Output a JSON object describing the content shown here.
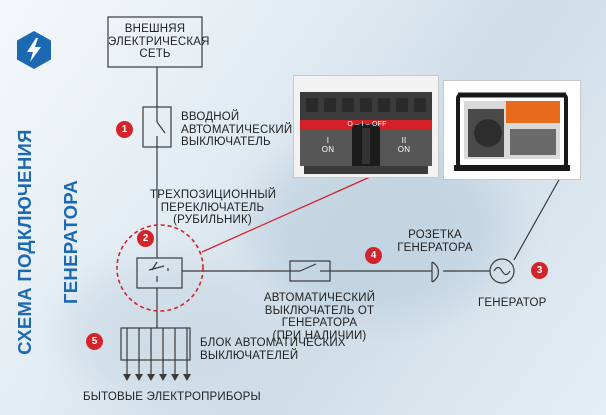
{
  "title": "СХЕМА ПОДКЛЮЧЕНИЯ ГЕНЕРАТОРА",
  "colors": {
    "accent_red": "#d4242b",
    "title_blue": "#1c69b3",
    "line": "#3a3a3a"
  },
  "logo_icon": "lightning-bolt-icon",
  "labels": {
    "grid": "ВНЕШНЯЯ\nЭЛЕКТРИЧЕСКАЯ\nСЕТЬ",
    "input_breaker": "ВВОДНОЙ\nАВТОМАТИЧЕСКИЙ\nВЫКЛЮЧАТЕЛЬ",
    "switch": "ТРЕХПОЗИЦИОННЫЙ\nПЕРЕКЛЮЧАТЕЛЬ\n(РУБИЛЬНИК)",
    "socket": "РОЗЕТКА\nГЕНЕРАТОРА",
    "generator": "ГЕНЕРАТОР",
    "gen_breaker": "АВТОМАТИЧЕСКИЙ\nВЫКЛЮЧАТЕЛЬ ОТ ГЕНЕРАТОРА\n(ПРИ НАЛИЧИИ)",
    "breaker_block": "БЛОК АВТОМАТИЧЕСКИХ\nВЫКЛЮЧАТЕЛЕЙ",
    "appliances": "БЫТОВЫЕ ЭЛЕКТРОПРИБОРЫ"
  },
  "badges": [
    "1",
    "2",
    "3",
    "4",
    "5"
  ],
  "switch_photo": {
    "top_label": "O – I – OFF",
    "left_pos": "I\nON",
    "right_pos": "II\nON"
  }
}
